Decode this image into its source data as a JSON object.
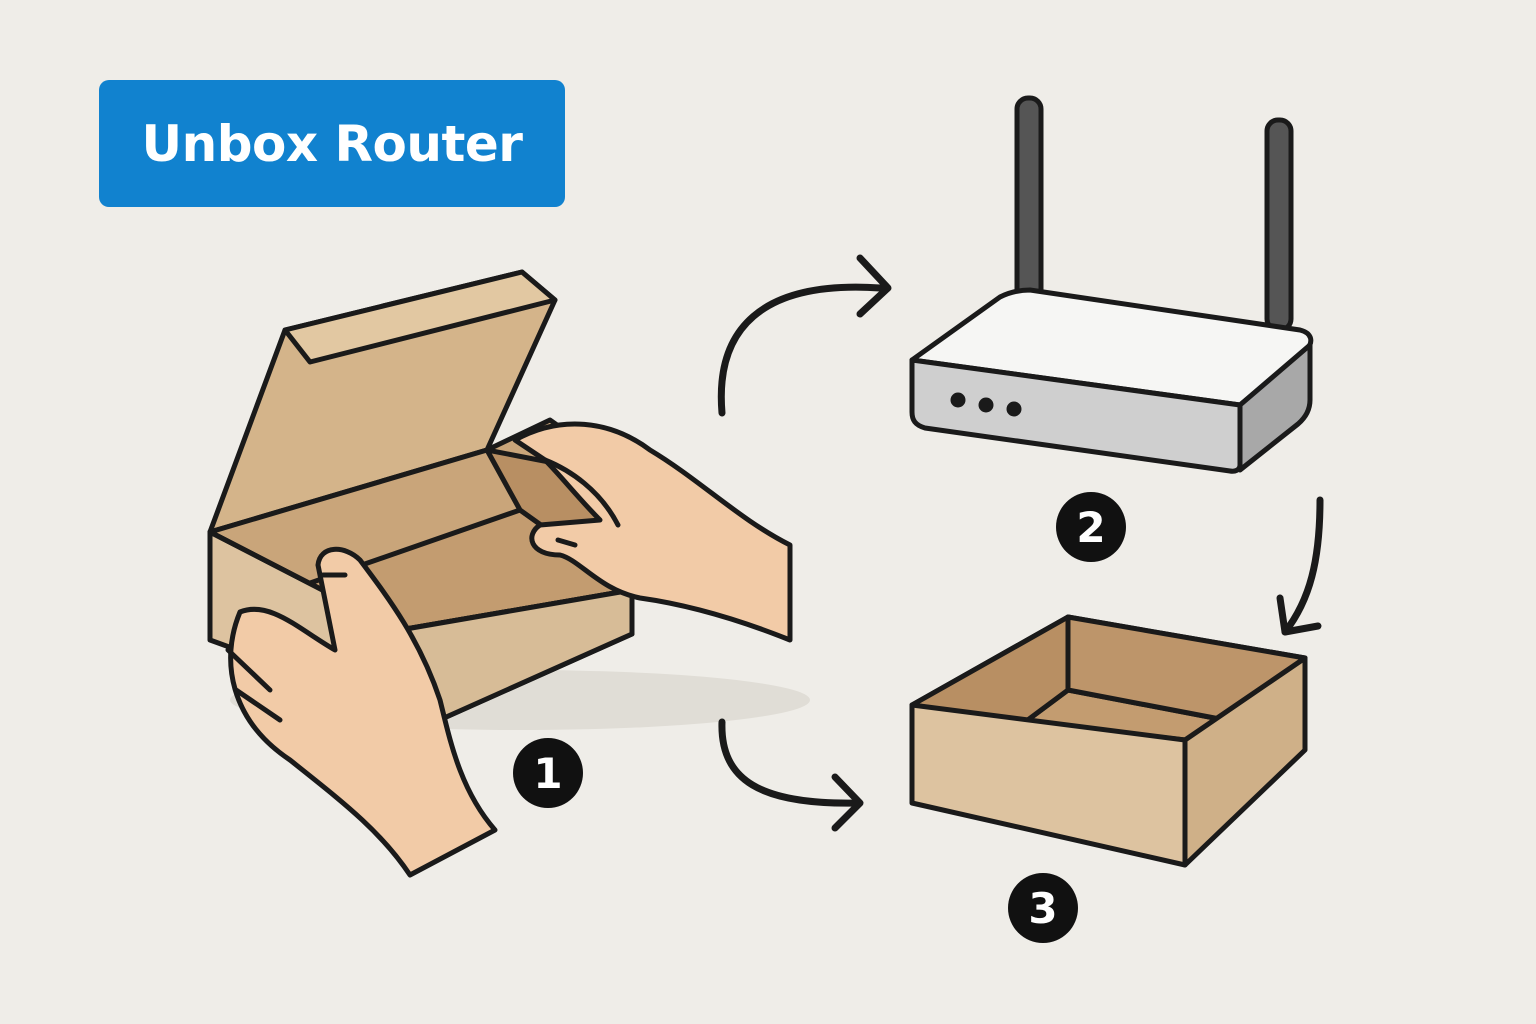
{
  "title": "Unbox Router",
  "steps": [
    {
      "number": "1"
    },
    {
      "number": "2"
    },
    {
      "number": "3"
    }
  ],
  "colors": {
    "background": "#efede8",
    "title_badge": "#1182cf",
    "cardboard": "#d9bf9b",
    "skin": "#f2cba7",
    "router_body": "#f4f4f2",
    "router_side": "#bdbdbd",
    "outline": "#1a1a1a"
  },
  "icons": [
    "open-box-icon",
    "hands-icon",
    "router-icon",
    "empty-box-icon",
    "arrow-icon"
  ]
}
